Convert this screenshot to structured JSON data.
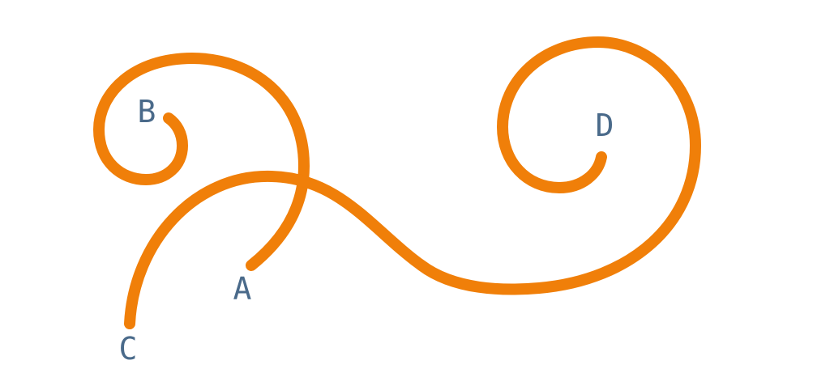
{
  "diagram": {
    "stroke_color": "#F07F09",
    "label_color": "#4A6A8A",
    "curves": [
      {
        "from": "A",
        "to": "B"
      },
      {
        "from": "C",
        "to": "D"
      }
    ],
    "labels": {
      "A": "A",
      "B": "B",
      "C": "C",
      "D": "D"
    }
  }
}
